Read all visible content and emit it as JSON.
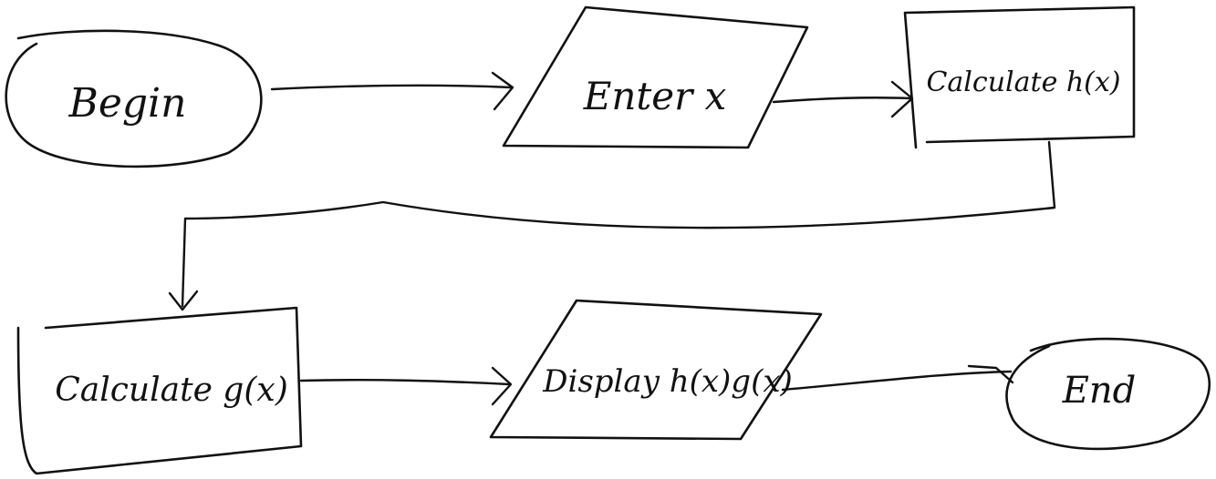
{
  "diagram": {
    "type": "flowchart",
    "nodes": [
      {
        "id": "begin",
        "shape": "oval",
        "label": "Begin"
      },
      {
        "id": "enter-x",
        "shape": "parallelogram",
        "label": "Enter x"
      },
      {
        "id": "calc-h",
        "shape": "rectangle",
        "label": "Calculate h(x)"
      },
      {
        "id": "calc-g",
        "shape": "rectangle",
        "label": "Calculate g(x)"
      },
      {
        "id": "display",
        "shape": "parallelogram",
        "label": "Display h(x)g(x)"
      },
      {
        "id": "end",
        "shape": "oval",
        "label": "End"
      }
    ],
    "edges": [
      {
        "from": "begin",
        "to": "enter-x"
      },
      {
        "from": "enter-x",
        "to": "calc-h"
      },
      {
        "from": "calc-h",
        "to": "calc-g"
      },
      {
        "from": "calc-g",
        "to": "display"
      },
      {
        "from": "display",
        "to": "end"
      }
    ]
  },
  "colors": {
    "ink": "#111111",
    "background": "#ffffff"
  }
}
